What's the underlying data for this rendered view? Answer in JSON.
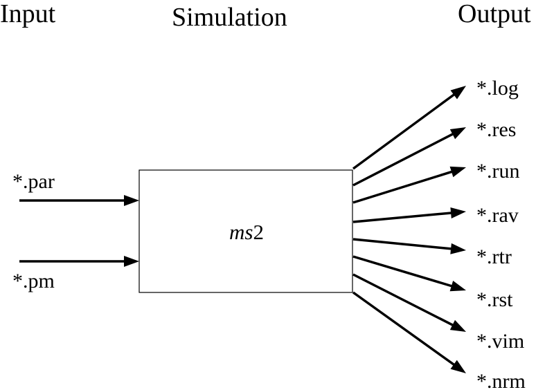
{
  "headings": {
    "input": "Input",
    "simulation": "Simulation",
    "output": "Output"
  },
  "box": {
    "label_italic": "ms",
    "label_suffix": "2"
  },
  "inputs": [
    "*.par",
    "*.pm"
  ],
  "outputs": [
    "*.log",
    "*.res",
    "*.run",
    "*.rav",
    "*.rtr",
    "*.rst",
    "*.vim",
    "*.nrm"
  ],
  "colors": {
    "ink": "#000000",
    "background": "#ffffff"
  }
}
